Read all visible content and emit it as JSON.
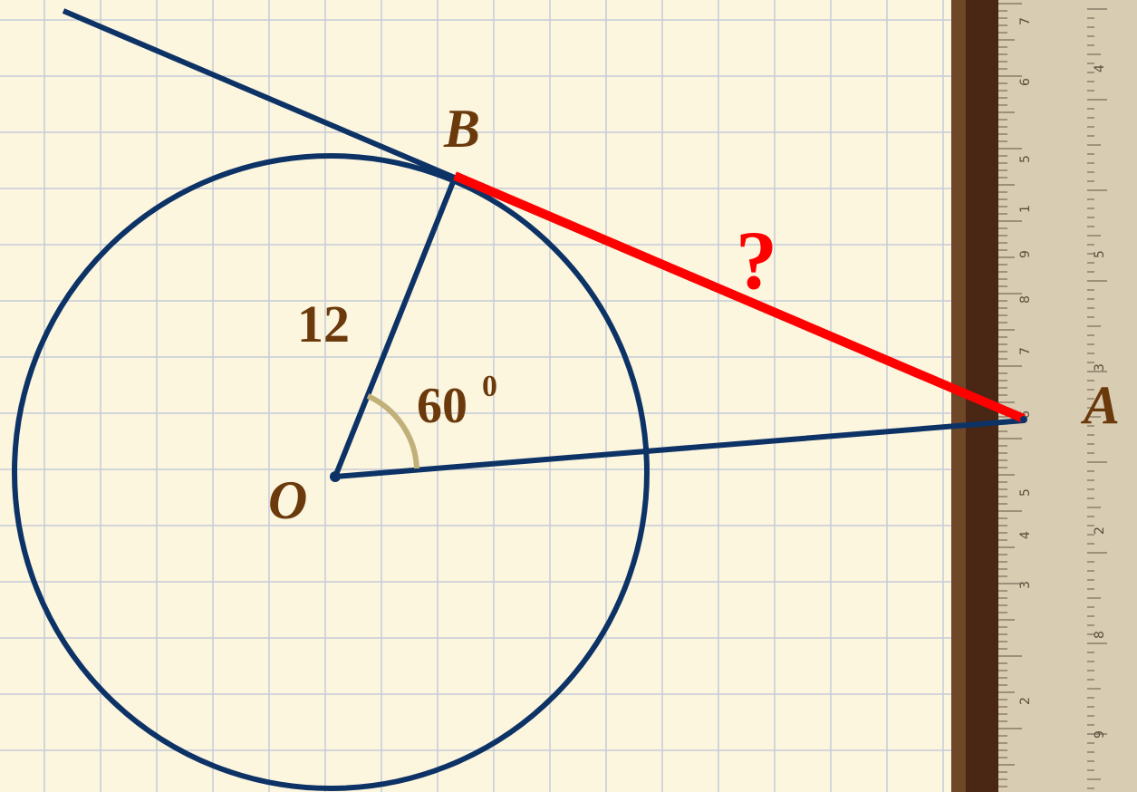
{
  "diagram": {
    "points": {
      "O": "O",
      "B": "B",
      "A": "A"
    },
    "radius_label": "12",
    "angle_label": {
      "value": "60",
      "superscript": "0"
    },
    "question_mark": "?",
    "colors": {
      "background": "#fdf6df",
      "grid": "#c4ccd9",
      "circle_and_lines": "#0d3366",
      "highlight_segment": "#ff0000",
      "labels": "#6b3a0c",
      "angle_arc": "#c2b07a",
      "ruler_wood": "#d8ccb2",
      "ruler_edge": "#4a2614"
    }
  },
  "ruler": {
    "numbers_left_column": [
      "7",
      "6",
      "5",
      "1",
      "9",
      "8",
      "7",
      "6",
      "5",
      "4",
      "3",
      "2"
    ],
    "numbers_right_column": [
      "4",
      "5",
      "3",
      "2",
      "8",
      "9"
    ]
  }
}
